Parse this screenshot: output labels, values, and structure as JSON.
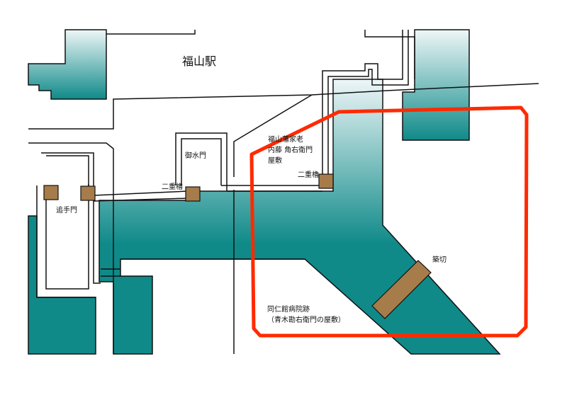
{
  "labels": {
    "station": "福山駅",
    "retainer_line1": "福山藩家老",
    "retainer_line2": "内藤 角右衛門",
    "retainer_line3": "屋敷",
    "gate_gomizu": "御水門",
    "turret_left": "二重櫓",
    "turret_right": "二重櫓",
    "gate_ote": "追手門",
    "tsukikiri": "築切",
    "ruins_line1": "同仁館病院跡",
    "ruins_line2": "（青木勘右衛門の屋敷）"
  },
  "colors": {
    "water_light": "#eef6f7",
    "water_dark": "#0f8a89",
    "outline": "#111111",
    "turret": "#a67c4a",
    "highlight": "#ff2a00"
  }
}
